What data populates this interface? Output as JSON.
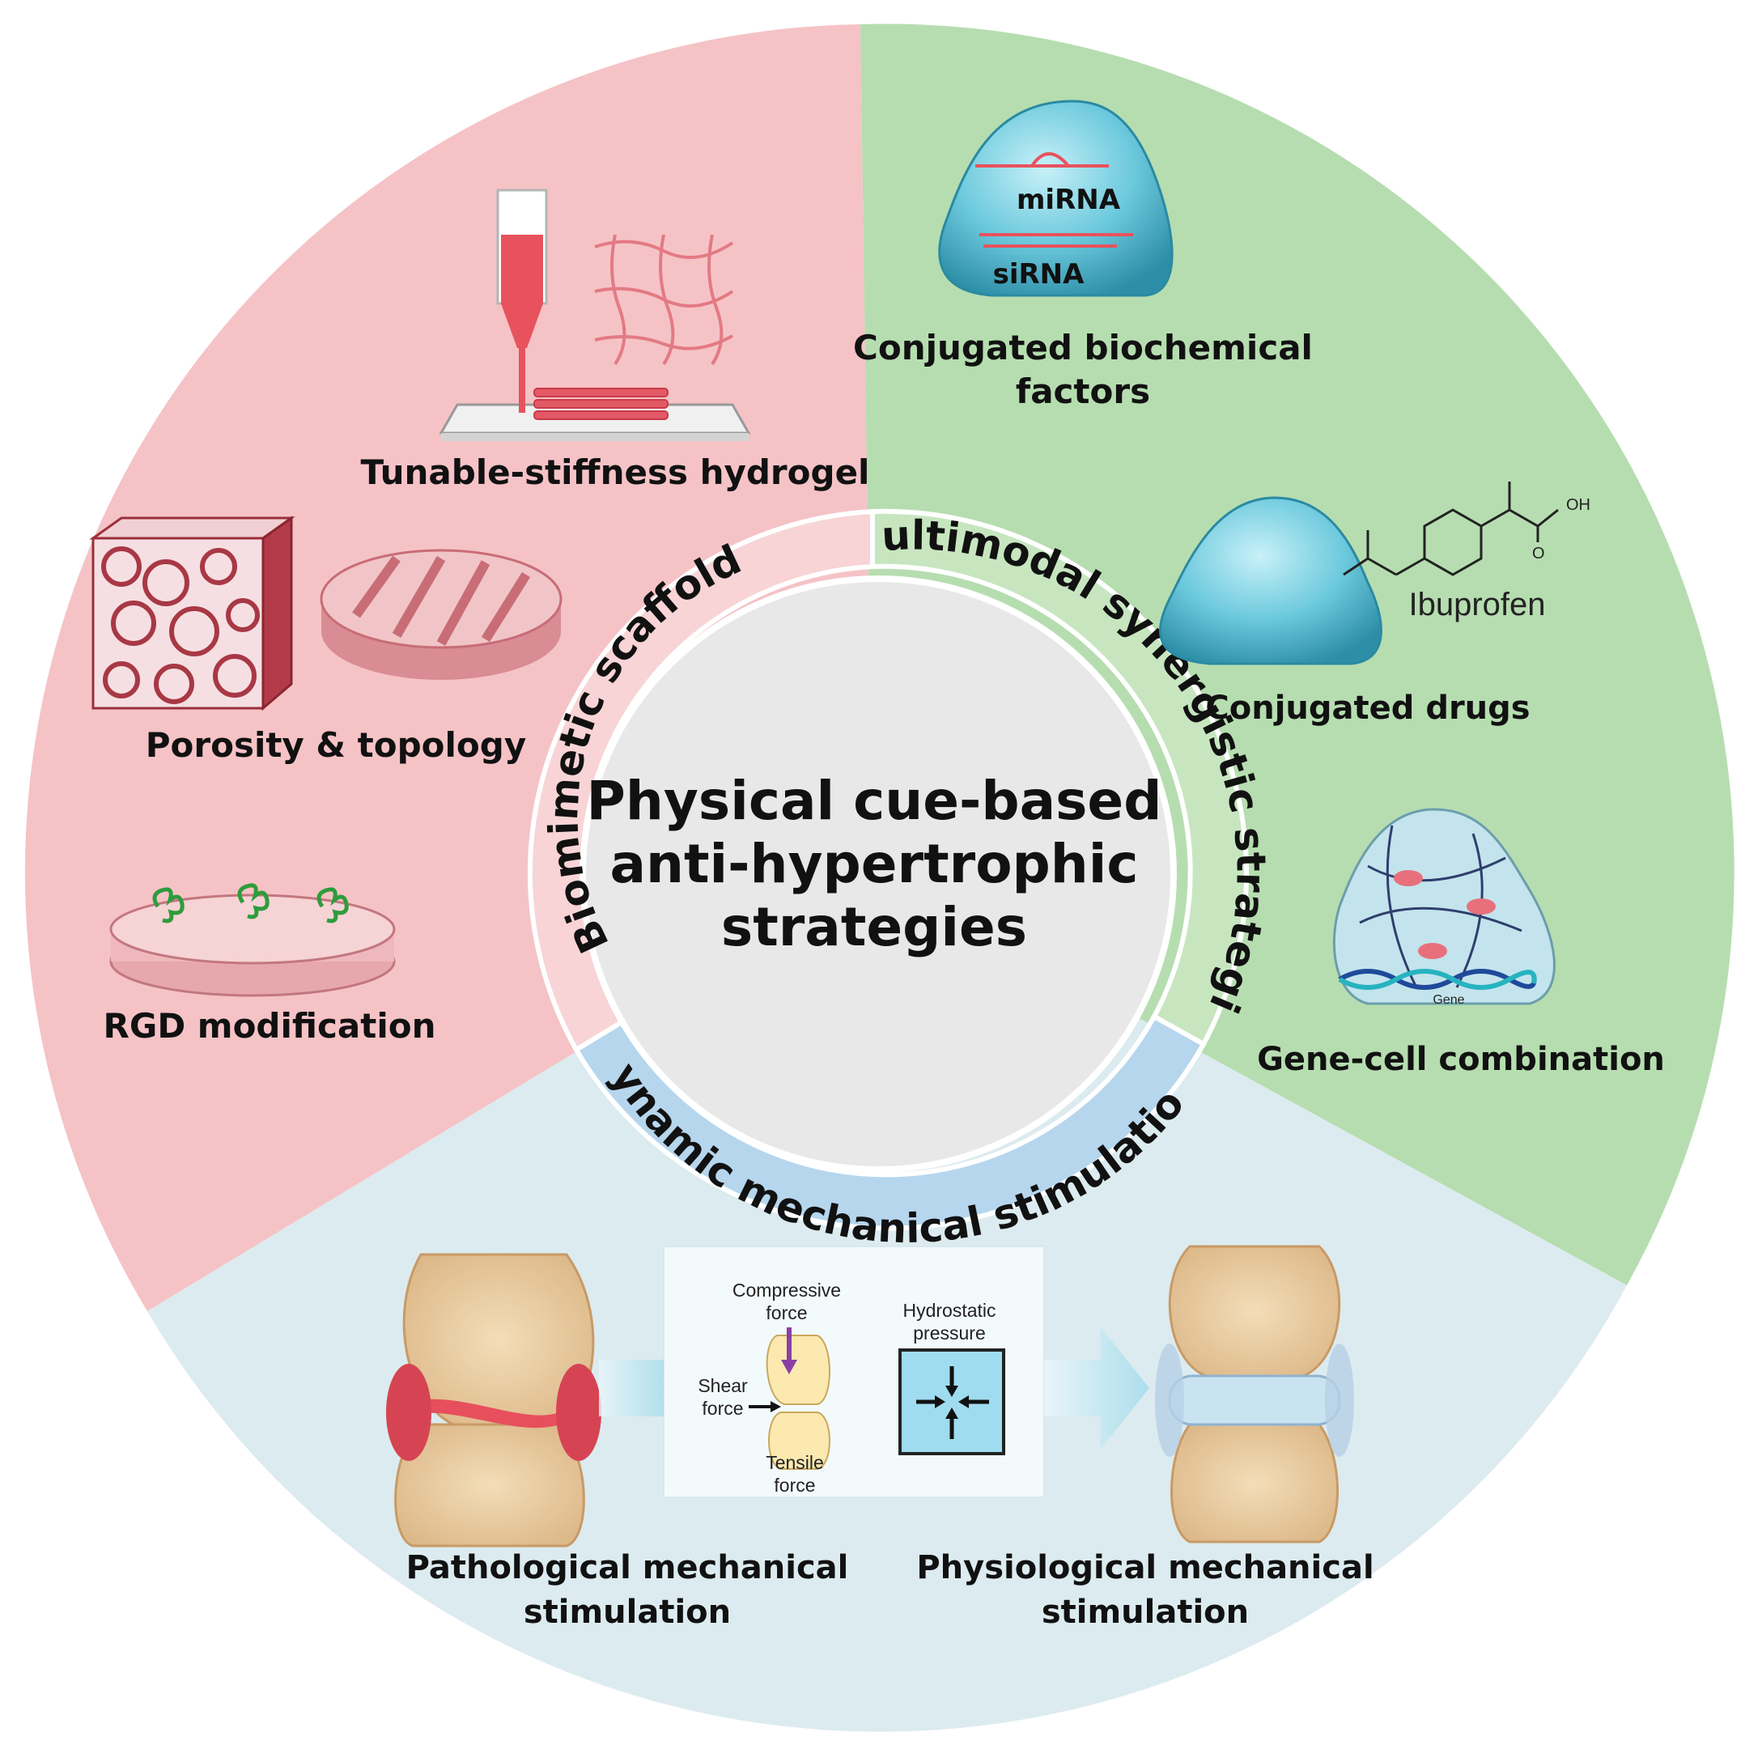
{
  "center": {
    "line1": "Physical cue-based",
    "line2": "anti-hypertrophic",
    "line3": "strategies"
  },
  "ring": {
    "biomimetic": "Biomimetic scaffolds",
    "multimodal": "Multimodal synergistic strategies",
    "dynamic": "Dynamic mechanical stimulation"
  },
  "scaffolds": {
    "hydrogel": "Tunable-stiffness hydrogel",
    "porosity": "Porosity & topology",
    "rgd": "RGD modification"
  },
  "multimodal": {
    "mirna": "miRNA",
    "sirna": "siRNA",
    "biochem_line1": "Conjugated biochemical",
    "biochem_line2": "factors",
    "ibuprofen": "Ibuprofen",
    "oh": "OH",
    "o": "O",
    "drugs": "Conjugated drugs",
    "gene_small": "Gene",
    "genecell": "Gene-cell combination"
  },
  "mechanical": {
    "compressive_l1": "Compressive",
    "compressive_l2": "force",
    "hydrostatic_l1": "Hydrostatic",
    "hydrostatic_l2": "pressure",
    "shear_l1": "Shear",
    "shear_l2": "force",
    "tensile_l1": "Tensile",
    "tensile_l2": "force",
    "patho_l1": "Pathological mechanical",
    "patho_l2": "stimulation",
    "physio_l1": "Physiological mechanical",
    "physio_l2": "stimulation"
  },
  "colors": {
    "pink_sector": "#f5c3c6",
    "green_sector": "#b6ddb0",
    "blue_sector": "#dcebef",
    "center_fill": "#e8e8e8",
    "ring_pink": "#f8d4d6",
    "ring_green": "#c7e6c0",
    "ring_blue": "#b6d6ee"
  }
}
